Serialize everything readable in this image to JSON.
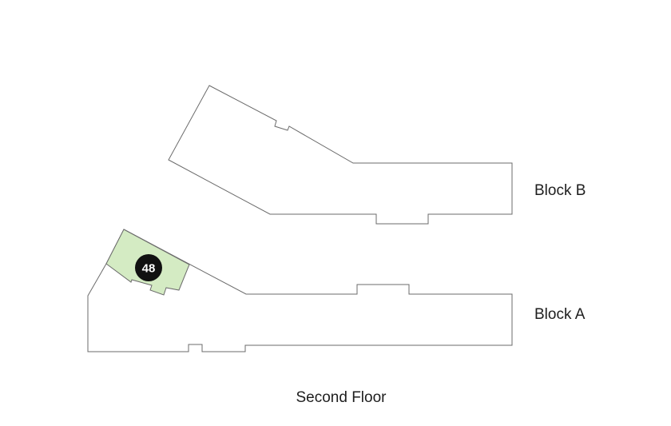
{
  "floor_label": "Second Floor",
  "blocks": {
    "block_b": {
      "label": "Block B"
    },
    "block_a": {
      "label": "Block A"
    }
  },
  "unit": {
    "number": "48",
    "highlight_color": "#d4ebc3",
    "badge_color": "#111111"
  }
}
